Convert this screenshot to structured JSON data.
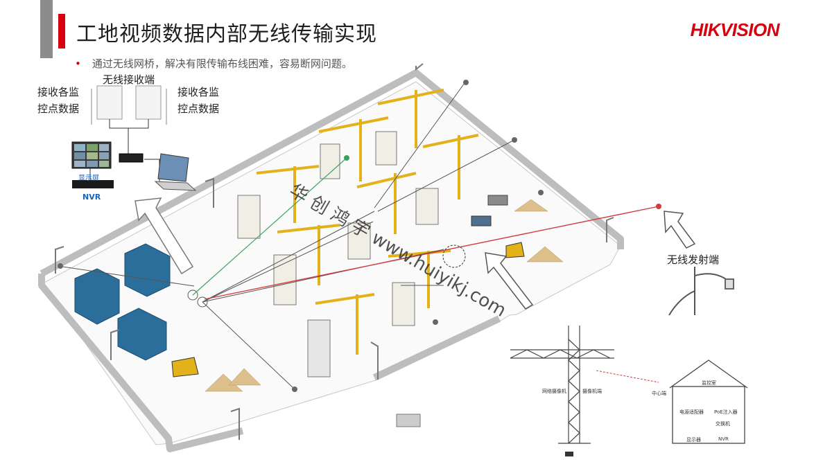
{
  "header": {
    "title": "工地视频数据内部无线传输实现",
    "logo": "HIKVISION"
  },
  "bullet": {
    "text": "通过无线网桥，解决有限传输布线困难，容易断网问题。"
  },
  "receiver": {
    "title": "无线接收端",
    "left_line1": "接收各监",
    "left_line2": "控点数据",
    "right_line1": "接收各监",
    "right_line2": "控点数据",
    "screen": "显示屏",
    "nvr": "NVR"
  },
  "transmitter": {
    "label": "无线发射端"
  },
  "watermark": "华 创 鸿 宇 www.huiyikj.com",
  "tower_detail": {
    "camera": "网络摄像机",
    "bridge": "摄像机端",
    "center": "中心端",
    "room": "监控室",
    "power": "电源适配器",
    "poe": "PoE注入器",
    "switch": "交换机",
    "monitor": "显示器",
    "nvr": "NVR"
  },
  "colors": {
    "accent": "#d7000f",
    "crane": "#e3b21a",
    "building_blue": "#2c6e9b",
    "sand": "#dcbf8a",
    "red_link": "#d23b3b",
    "green_link": "#3aa35a"
  }
}
